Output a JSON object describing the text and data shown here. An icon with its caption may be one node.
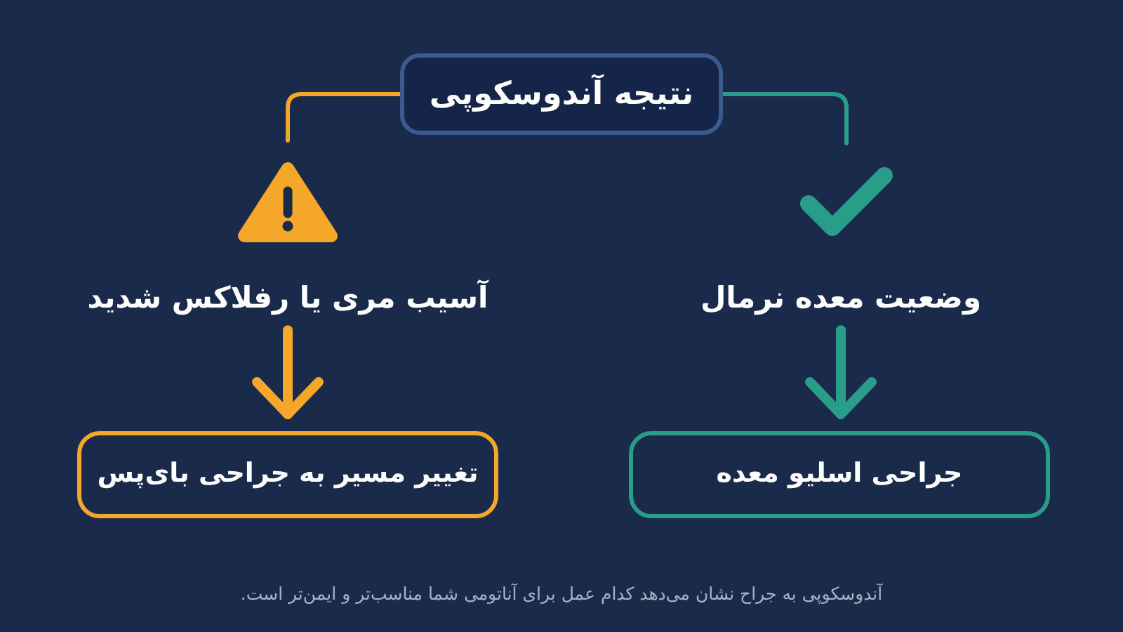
{
  "diagram": {
    "nodes": [
      {
        "text": [
          "نتیجه آندوسکوپی"
        ]
      },
      {
        "text": [],
        "shape": "picture"
      },
      {
        "text": [],
        "shape": "picture"
      },
      {
        "text": [
          "وضعیت معده نرمال"
        ]
      },
      {
        "text": [
          "آسیب مری یا رفلاکس شدید"
        ]
      },
      {
        "text": [
          "جراحی اسلیو معده"
        ]
      },
      {
        "text": [
          "تغییر مسیر به جراحی بای‌پس"
        ]
      }
    ],
    "edges": [
      {
        "from": 0,
        "to": 1,
        "arrow": "none",
        "color": "#2a9d8a"
      },
      {
        "from": 0,
        "to": 2,
        "arrow": "none",
        "color": "#f4a728"
      },
      {
        "from": 3,
        "to": 5,
        "arrow": "to",
        "style": "thick",
        "color": "#2a9d8a"
      },
      {
        "from": 4,
        "to": 6,
        "arrow": "to",
        "style": "thick",
        "color": "#f4a728"
      }
    ],
    "caption": "آندوسکوپی به جراح نشان می‌دهد کدام عمل برای آناتومی شما مناسب‌تر و ایمن‌تر است."
  }
}
